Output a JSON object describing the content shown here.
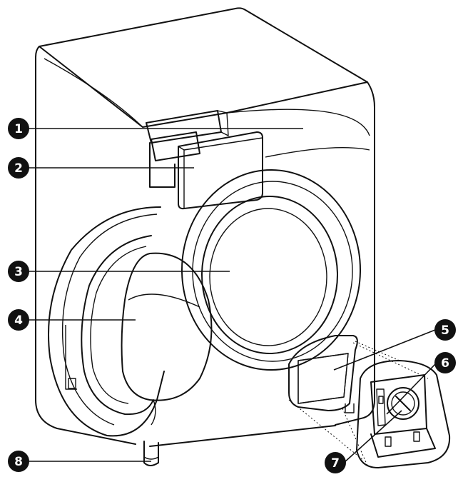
{
  "callouts": [
    {
      "num": "1",
      "part": "detergent-drawer"
    },
    {
      "num": "2",
      "part": "control-panel"
    },
    {
      "num": "3",
      "part": "drum"
    },
    {
      "num": "4",
      "part": "door"
    },
    {
      "num": "5",
      "part": "filter-cover"
    },
    {
      "num": "6",
      "part": "emergency-drain-tube"
    },
    {
      "num": "7",
      "part": "debris-filter"
    },
    {
      "num": "8",
      "part": "leveling-foot"
    }
  ]
}
